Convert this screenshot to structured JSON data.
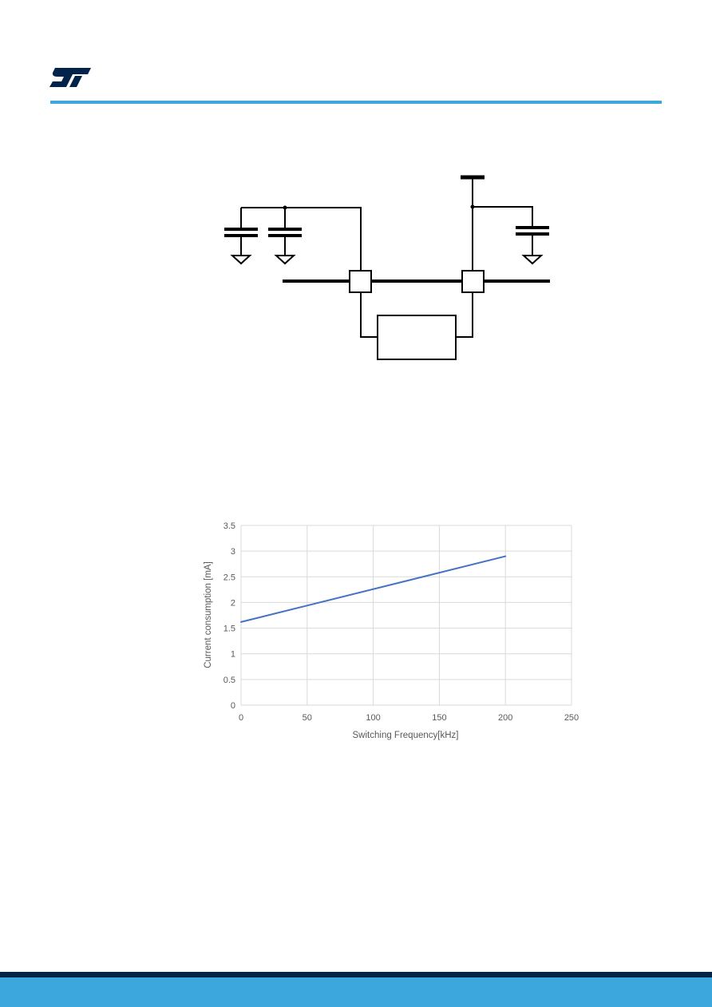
{
  "colors": {
    "brand_blue": "#3ca7dc",
    "brand_dark": "#03234b",
    "logo": "#03234b",
    "series_line": "#4472c4",
    "grid": "#d9d9d9",
    "axis_text": "#595959",
    "schematic_line": "#000000"
  },
  "header": {
    "logo_icon": "st-logo-icon"
  },
  "chart_data": {
    "type": "line",
    "xlabel": "Switching Frequency[kHz]",
    "ylabel": "Current consumption [mA]",
    "xlim": [
      0,
      250
    ],
    "ylim": [
      0,
      3.5
    ],
    "x_ticks": [
      0,
      50,
      100,
      150,
      200,
      250
    ],
    "y_ticks": [
      0,
      0.5,
      1,
      1.5,
      2,
      2.5,
      3,
      3.5
    ],
    "x_tick_labels": [
      "0",
      "50",
      "100",
      "150",
      "200",
      "250"
    ],
    "y_tick_labels": [
      "0",
      "0.5",
      "1",
      "1.5",
      "2",
      "2.5",
      "3",
      "3.5"
    ],
    "grid": true,
    "legend": "none",
    "series": [
      {
        "x": [
          0,
          200
        ],
        "y": [
          1.62,
          2.9
        ]
      }
    ]
  }
}
